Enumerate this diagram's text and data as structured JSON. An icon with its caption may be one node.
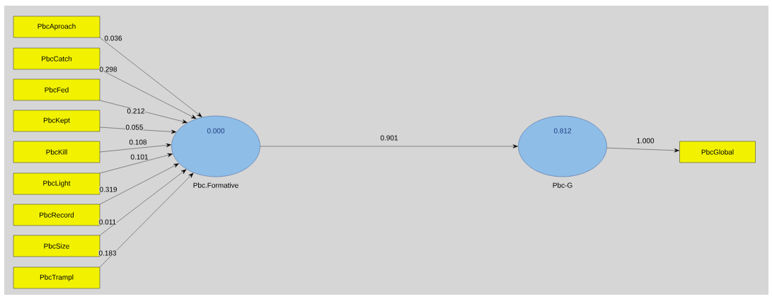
{
  "diagram": {
    "nodes": [
      {
        "text": [
          "PbcAproach"
        ]
      },
      {
        "text": [
          "PbcCatch"
        ]
      },
      {
        "text": [
          "PbcFed"
        ]
      },
      {
        "text": [
          "PbcKept"
        ]
      },
      {
        "text": [
          "PbcKill"
        ]
      },
      {
        "text": [
          "PbcLight"
        ]
      },
      {
        "text": [
          "PbcRecord"
        ]
      },
      {
        "text": [
          "PbcSize"
        ]
      },
      {
        "text": [
          "PbcTrampl"
        ]
      },
      {
        "text": [
          "0.000"
        ],
        "beside": [
          "Pbc.Formative"
        ]
      },
      {
        "text": [
          "0.812"
        ],
        "beside": [
          "Pbc-G"
        ]
      },
      {
        "text": [
          "PbcGlobal"
        ]
      }
    ],
    "edges": [
      {
        "from": 0,
        "to": 9,
        "arrow": "to",
        "label": "0.036"
      },
      {
        "from": 1,
        "to": 9,
        "arrow": "to",
        "label": "0.298"
      },
      {
        "from": 2,
        "to": 9,
        "arrow": "to",
        "label": "0.212"
      },
      {
        "from": 3,
        "to": 9,
        "arrow": "to",
        "label": "0.055"
      },
      {
        "from": 4,
        "to": 9,
        "arrow": "to",
        "label": "0.108"
      },
      {
        "from": 5,
        "to": 9,
        "arrow": "to",
        "label": "0.101"
      },
      {
        "from": 6,
        "to": 9,
        "arrow": "to",
        "label": "0.319"
      },
      {
        "from": 7,
        "to": 9,
        "arrow": "to",
        "label": "0.011"
      },
      {
        "from": 8,
        "to": 9,
        "arrow": "to",
        "label": "0.183"
      },
      {
        "from": 9,
        "to": 10,
        "arrow": "to",
        "label": "0.901"
      },
      {
        "from": 10,
        "to": 11,
        "arrow": "to",
        "label": "1.000"
      }
    ]
  }
}
